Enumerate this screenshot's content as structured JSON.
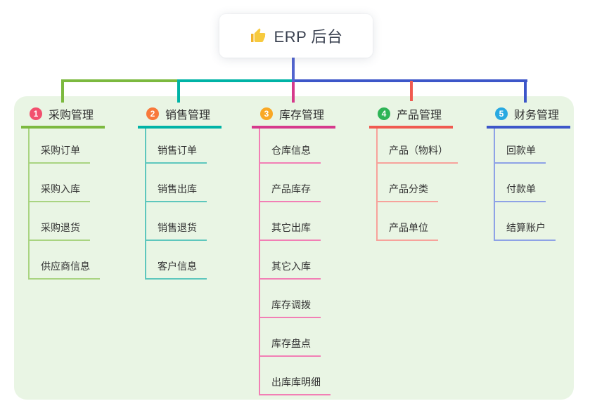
{
  "root": {
    "label": "ERP 后台",
    "icon": "thumbs-up-icon"
  },
  "connectors": {
    "root_line_color": "#5264cf"
  },
  "branches": [
    {
      "number": "1",
      "label": "采购管理",
      "badge_color": "#f2506e",
      "line_color": "#7cb93f",
      "child_line_color": "#a9d481",
      "children": [
        "采购订单",
        "采购入库",
        "采购退货",
        "供应商信息"
      ]
    },
    {
      "number": "2",
      "label": "销售管理",
      "badge_color": "#f8793b",
      "line_color": "#00b3a6",
      "child_line_color": "#5ec7bd",
      "children": [
        "销售订单",
        "销售出库",
        "销售退货",
        "客户信息"
      ]
    },
    {
      "number": "3",
      "label": "库存管理",
      "badge_color": "#f9a825",
      "line_color": "#d6398c",
      "child_line_color": "#f27fb5",
      "children": [
        "仓库信息",
        "产品库存",
        "其它出库",
        "其它入库",
        "库存调拨",
        "库存盘点",
        "出库库明细"
      ]
    },
    {
      "number": "4",
      "label": "产品管理",
      "badge_color": "#2eb456",
      "line_color": "#f05a50",
      "child_line_color": "#f7a29b",
      "children": [
        "产品（物料）",
        "产品分类",
        "产品单位"
      ]
    },
    {
      "number": "5",
      "label": "财务管理",
      "badge_color": "#29a9e1",
      "line_color": "#3d56c9",
      "child_line_color": "#8ea2e6",
      "children": [
        "回款单",
        "付款单",
        "结算账户"
      ]
    }
  ]
}
